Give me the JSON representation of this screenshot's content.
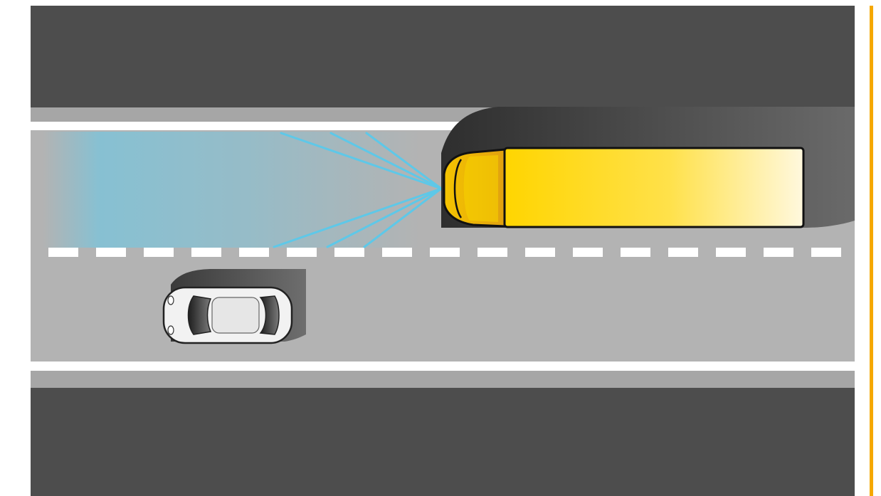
{
  "colors": {
    "background": "#ffffff",
    "terrain": "#4d4d4d",
    "shoulder": "#a6a6a6",
    "road": "#b3b3b3",
    "lane_marking": "#ffffff",
    "border_accent": "#f5a800",
    "truck_body": "#ffd500",
    "truck_cab": "#f2b800",
    "sensor_beam": "#5ec8e8",
    "sensor_zone": "#7fc3d8",
    "car_body": "#f2f2f2",
    "shadow": "#3a3a3a"
  },
  "icons": {
    "truck": "truck-icon",
    "car": "car-icon",
    "sensor": "radar-sensor-icon"
  },
  "scene": {
    "lanes": 2,
    "truck_lane": "upper",
    "car_lane": "lower",
    "sensor_beam_count": 6,
    "sensor_direction": "forward"
  }
}
